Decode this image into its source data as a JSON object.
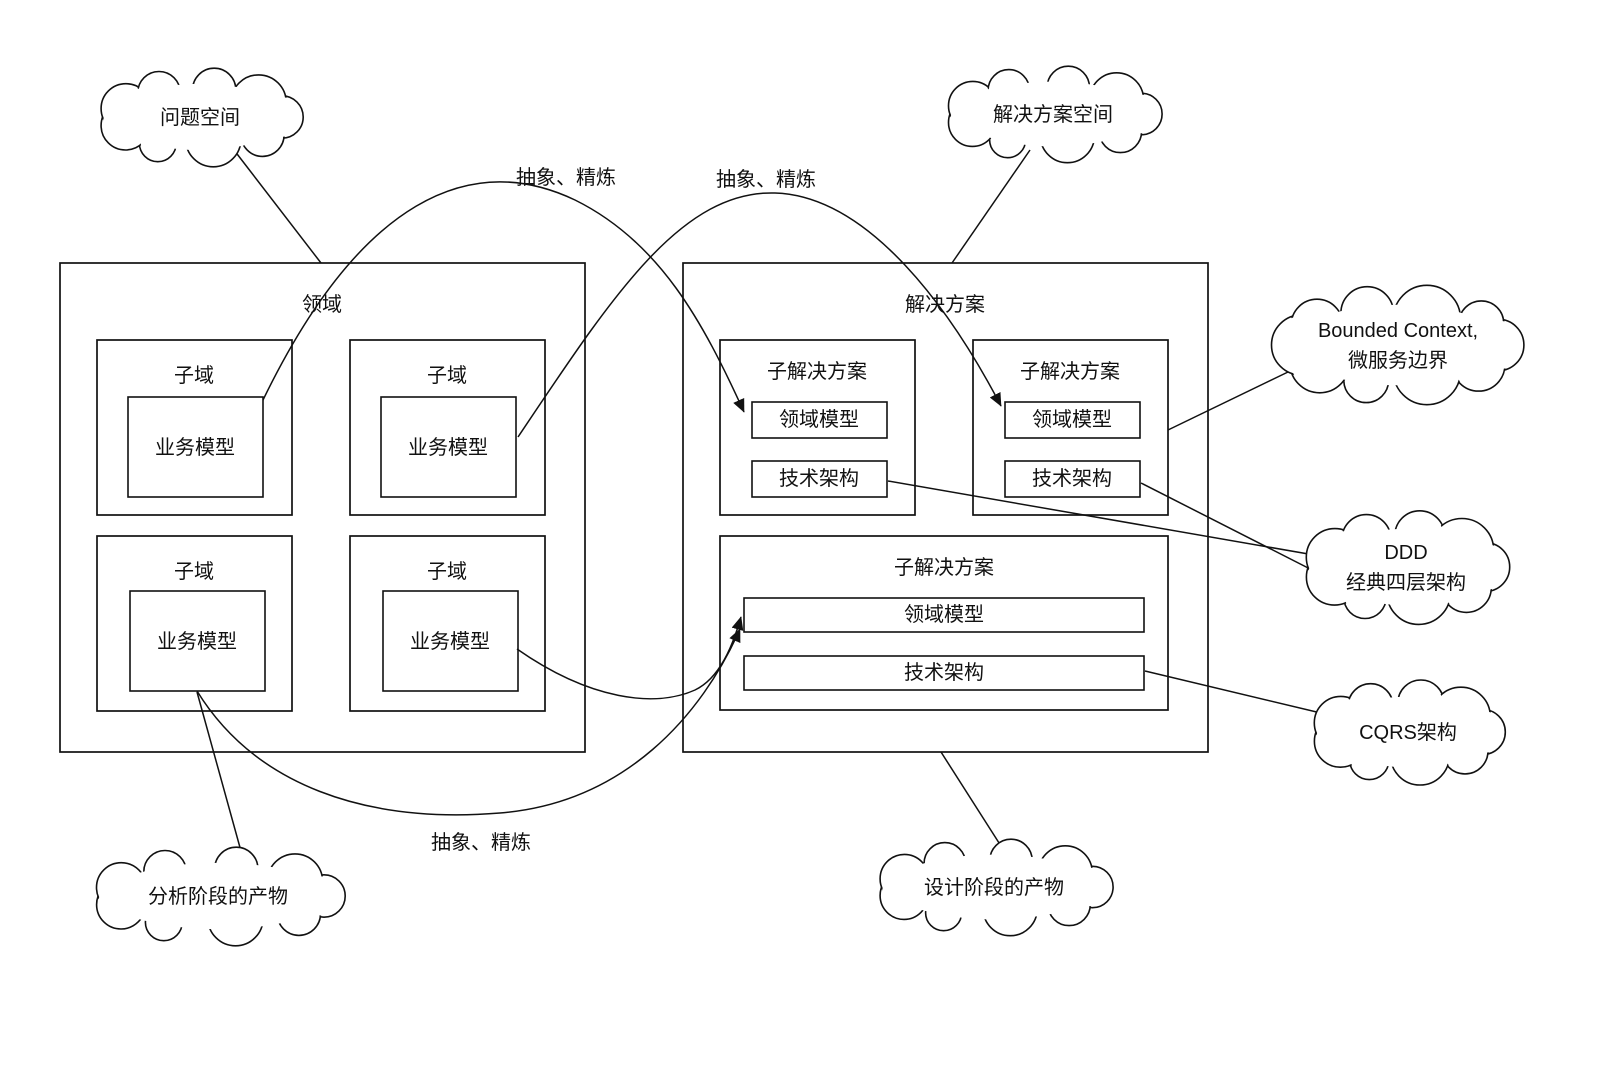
{
  "labels": {
    "domain": "领域",
    "subdomain": "子域",
    "business_model": "业务模型",
    "solution": "解决方案",
    "sub_solution": "子解决方案",
    "domain_model": "领域模型",
    "tech_architecture": "技术架构",
    "abstract_refine": "抽象、精炼"
  },
  "clouds": {
    "problem_space": "问题空间",
    "solution_space": "解决方案空间",
    "bounded_context_line1": "Bounded Context,",
    "bounded_context_line2": "微服务边界",
    "ddd_line1": "DDD",
    "ddd_line2": "经典四层架构",
    "cqrs": "CQRS架构",
    "analysis_output": "分析阶段的产物",
    "design_output": "设计阶段的产物"
  },
  "colors": {
    "stroke": "#111111",
    "background": "#ffffff",
    "text": "#111111"
  }
}
